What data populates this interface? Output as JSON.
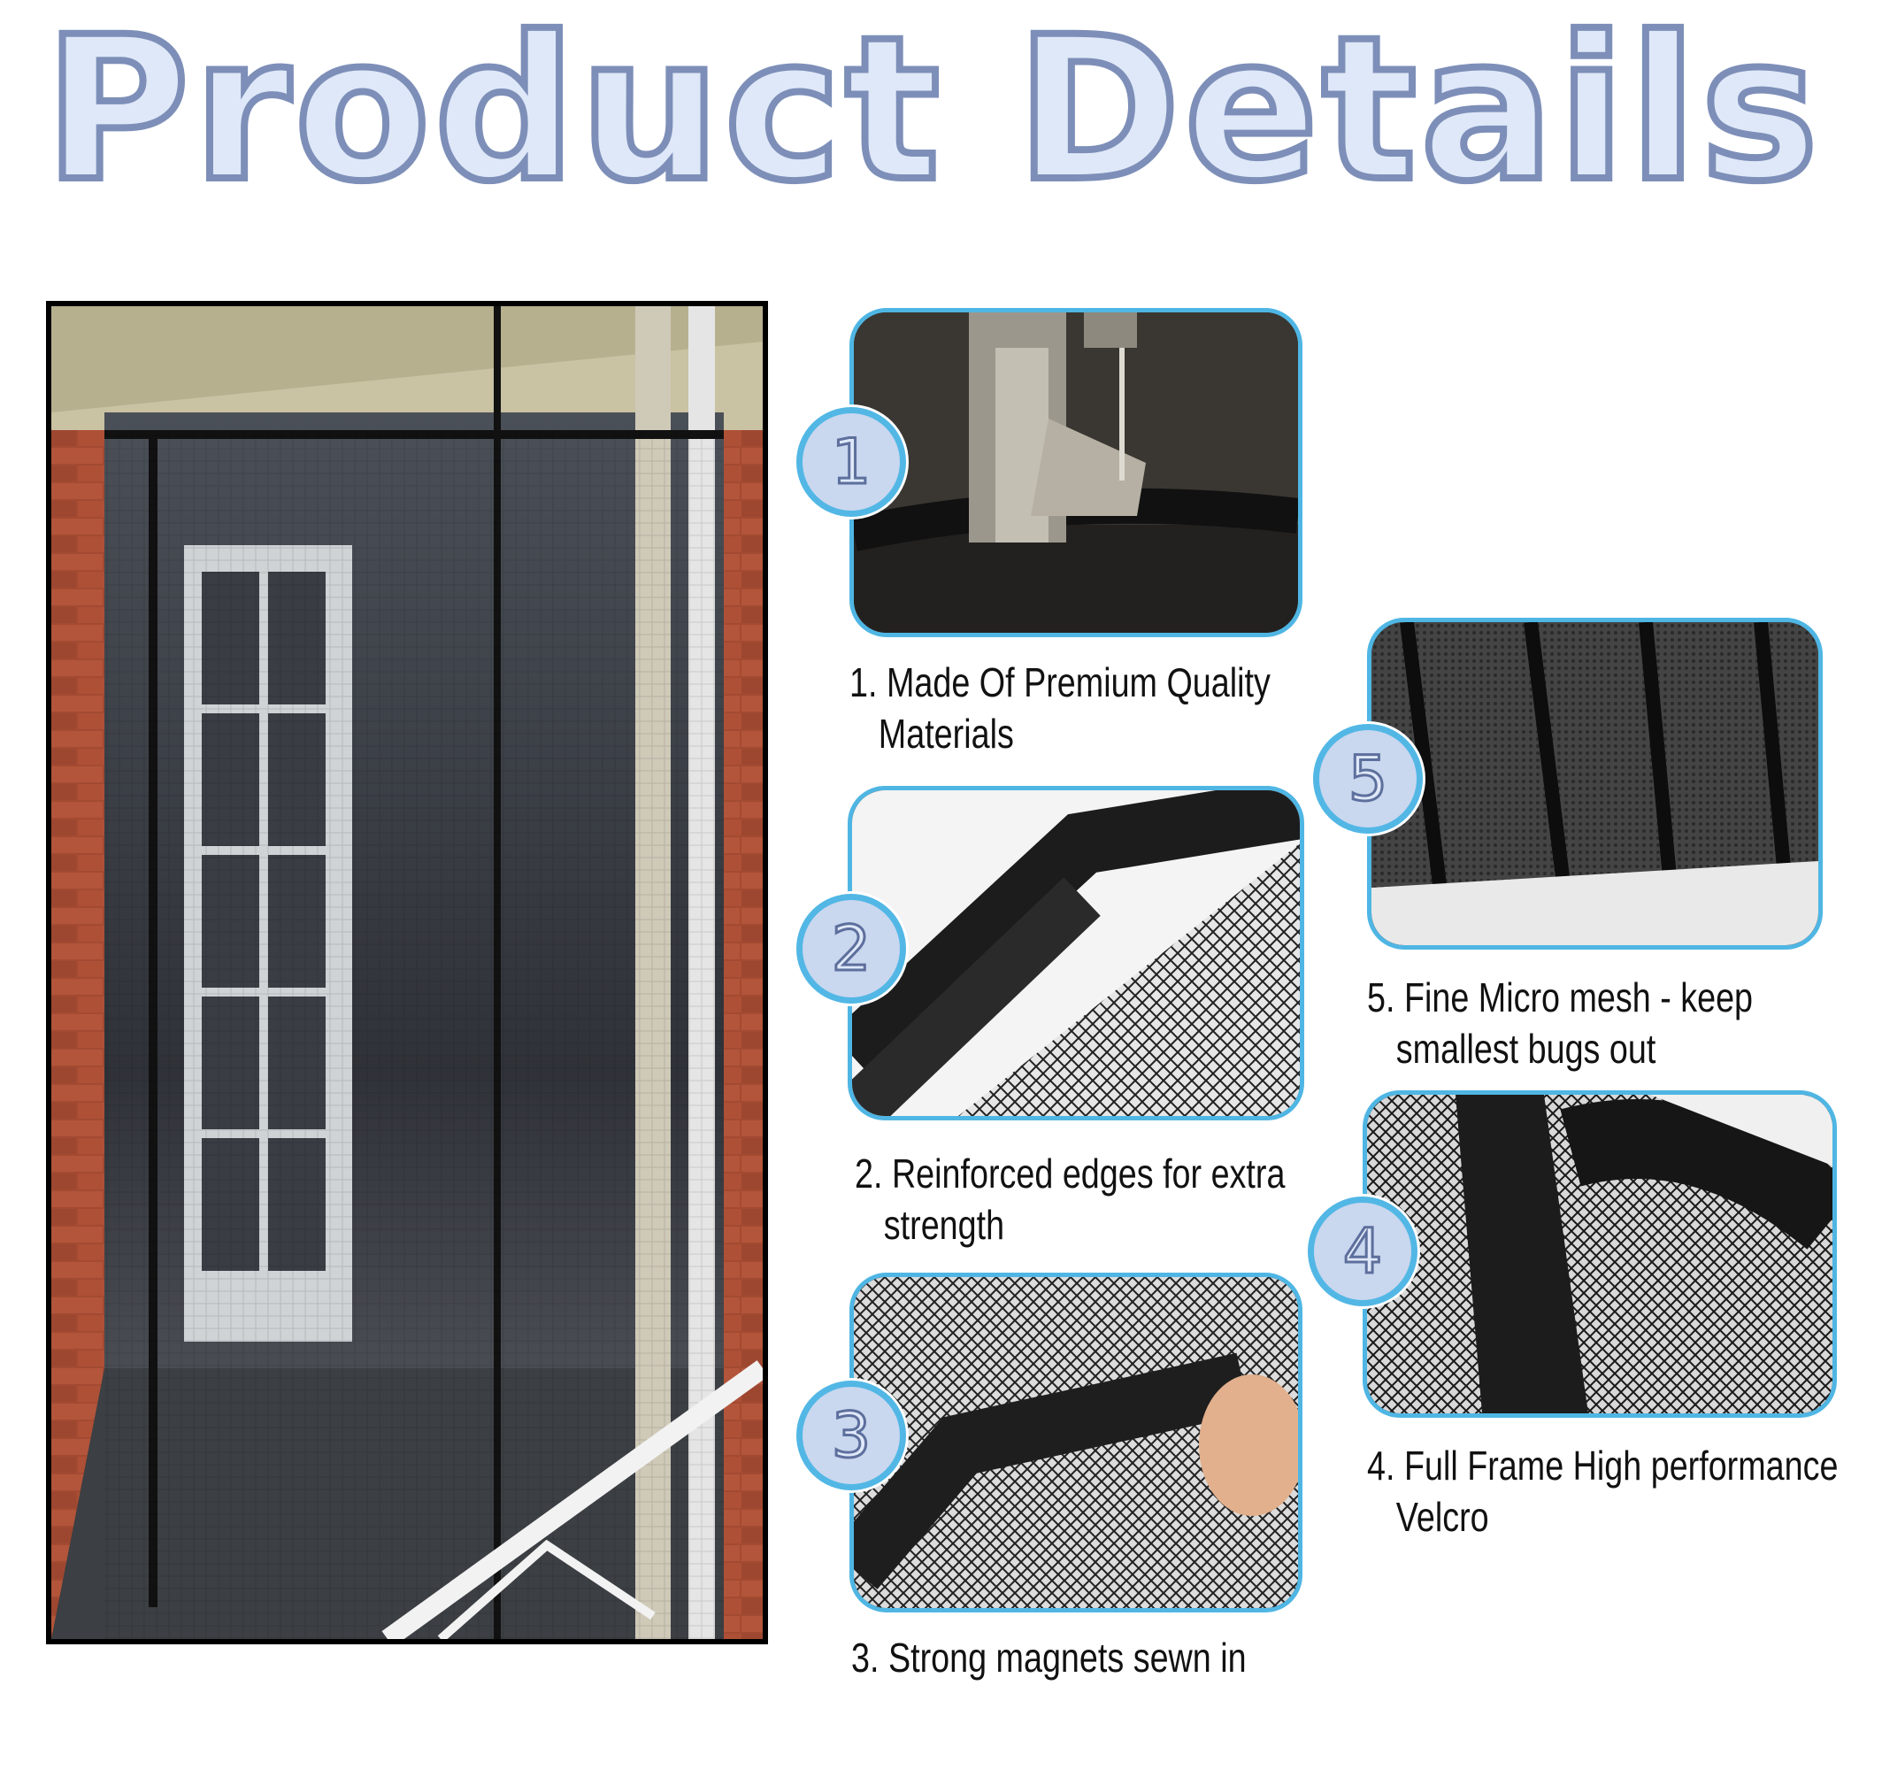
{
  "title": "Product Details",
  "main_image": {
    "label": "magnetic-screen-door-photo"
  },
  "details": [
    {
      "number": "1",
      "line1": "1. Made Of Premium Quality",
      "line2": "Materials"
    },
    {
      "number": "2",
      "line1": "2. Reinforced edges for extra",
      "line2": "strength"
    },
    {
      "number": "3",
      "line1": "3. Strong magnets sewn in",
      "line2": ""
    },
    {
      "number": "4",
      "line1": "4. Full Frame High performance",
      "line2": "Velcro"
    },
    {
      "number": "5",
      "line1": "5. Fine Micro mesh - keep",
      "line2": "smallest bugs out"
    }
  ],
  "colors": {
    "accent_border": "#4fb6e4",
    "badge_fill": "#c9d7ef",
    "title_stroke": "#7d8fb8"
  }
}
